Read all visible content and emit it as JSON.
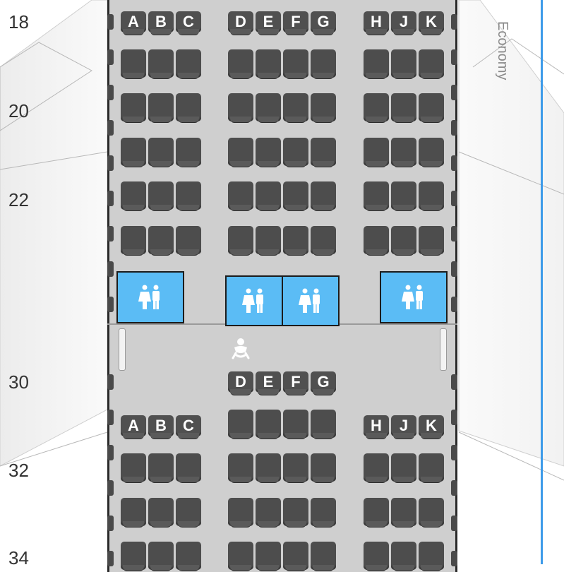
{
  "cabin": {
    "label": "Economy"
  },
  "seat_columns": [
    "A",
    "B",
    "C",
    "D",
    "E",
    "F",
    "G",
    "H",
    "J",
    "K"
  ],
  "row_numbers": [
    "18",
    "20",
    "22",
    "30",
    "32",
    "34"
  ],
  "icons": {
    "lavatory": "lavatory-icon",
    "baby_changing": "baby-changing-icon"
  },
  "colors": {
    "seat": "#4d4d4d",
    "lavatory": "#5bbcf5",
    "cabin_floor": "#cfcfcf",
    "accent_line": "#3d9be9"
  }
}
